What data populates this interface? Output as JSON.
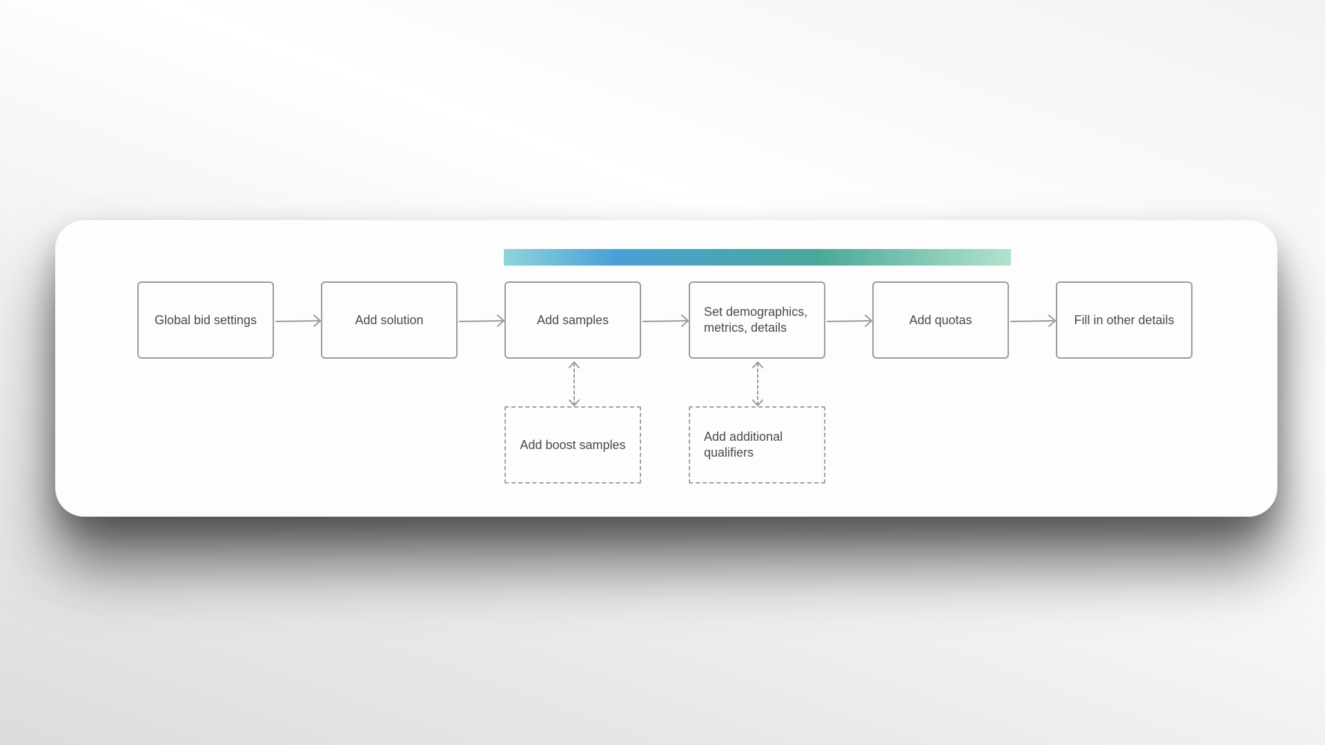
{
  "diagram": {
    "accent_gradient": [
      "#8fd3dc",
      "#4aa0d6",
      "#4aa89a",
      "#b2e3cc"
    ],
    "line_color": "#9a9a9a",
    "main_steps": [
      {
        "label": "Global bid settings"
      },
      {
        "label": "Add solution"
      },
      {
        "label": "Add samples"
      },
      {
        "label": "Set demographics, metrics, details"
      },
      {
        "label": "Add quotas"
      },
      {
        "label": "Fill in other details"
      }
    ],
    "optional_steps": [
      {
        "label": "Add boost samples"
      },
      {
        "label": "Add additional qualifiers"
      }
    ]
  }
}
